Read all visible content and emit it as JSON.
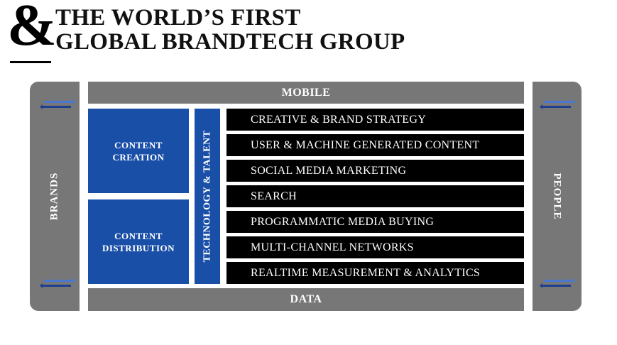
{
  "header": {
    "ampersand": "&",
    "title_line1": "THE WORLD’S FIRST",
    "title_line2": "GLOBAL BRANDTECH GROUP"
  },
  "diagram": {
    "top_label": "MOBILE",
    "bottom_label": "DATA",
    "left_label": "BRANDS",
    "right_label": "PEOPLE",
    "content_creation": [
      "CONTENT",
      "CREATION"
    ],
    "content_distribution": [
      "CONTENT",
      "DISTRIBUTION"
    ],
    "technology_label": "TECHNOLOGY & TALENT",
    "services": [
      "CREATIVE & BRAND STRATEGY",
      "USER & MACHINE GENERATED CONTENT",
      "SOCIAL MEDIA MARKETING",
      "SEARCH",
      "PROGRAMMATIC MEDIA BUYING",
      "MULTI-CHANNEL NETWORKS",
      "REALTIME MEASUREMENT & ANALYTICS"
    ]
  },
  "colors": {
    "gray": "#777777",
    "blue": "#1a4fa8",
    "black": "#000000",
    "arrow_dark": "#1f3f8f",
    "arrow_light": "#4a78d0"
  },
  "icons": {
    "arrows": "double-arrow-icon"
  }
}
